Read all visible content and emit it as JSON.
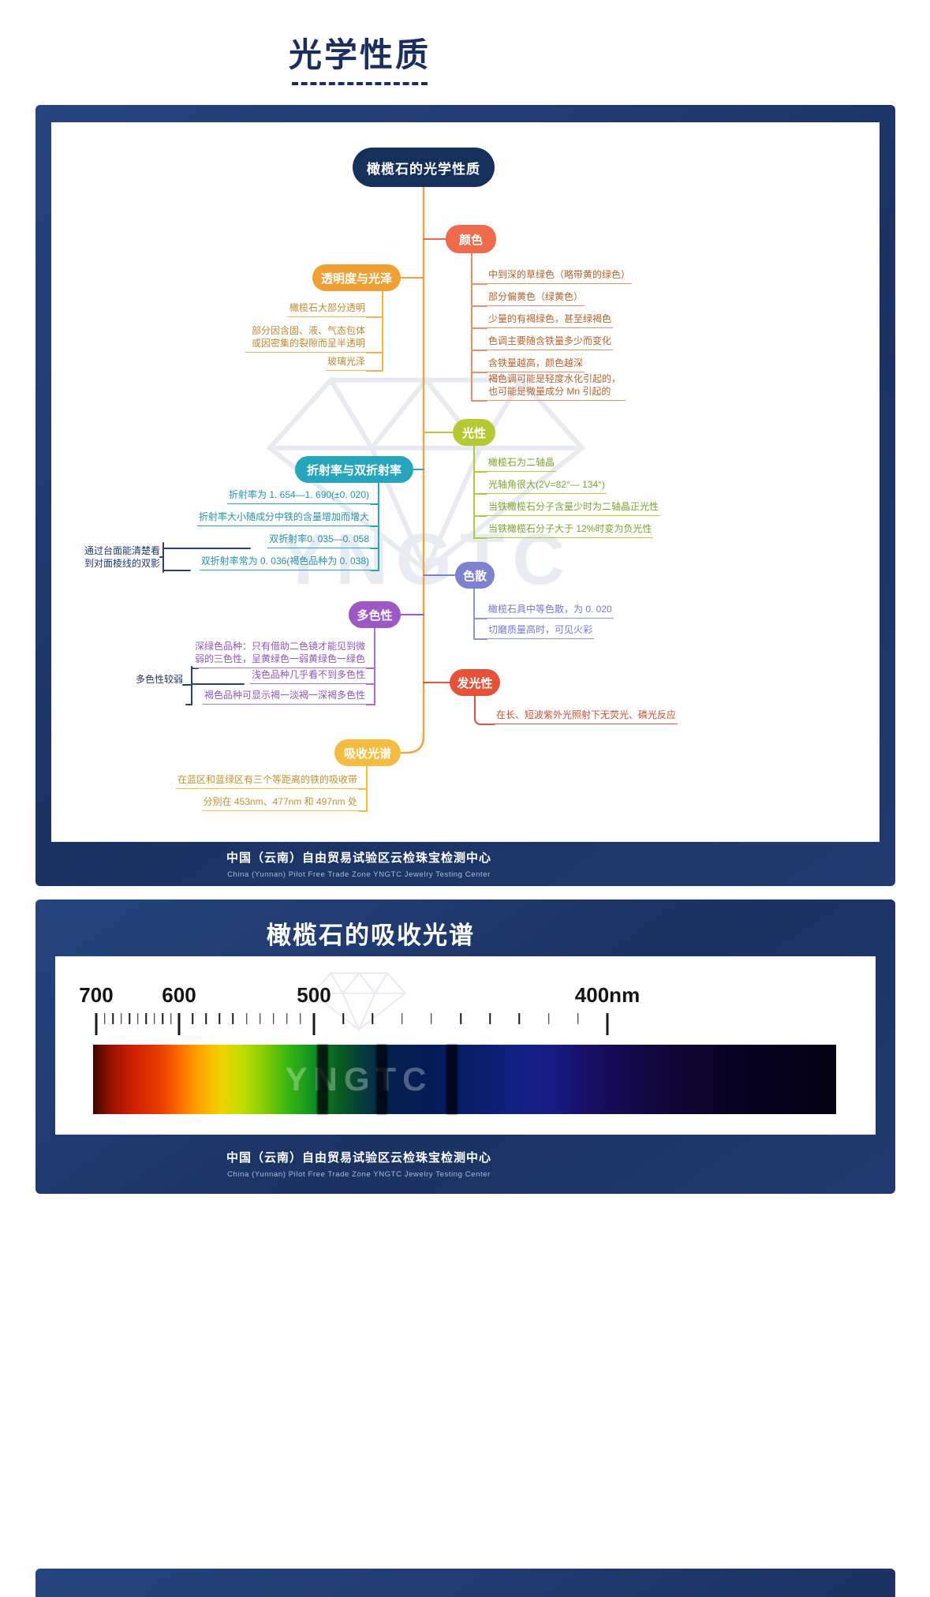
{
  "page": {
    "title": "光学性质"
  },
  "mindmap": {
    "root": "橄榄石的光学性质",
    "branches": {
      "color": {
        "label": "颜色",
        "items": [
          "中到深的草绿色（略带黄的绿色）",
          "部分偏黄色（绿黄色）",
          "少量的有褐绿色，甚至绿褐色",
          "色调主要随含铁量多少而变化",
          "含铁量越高，颜色越深",
          "褐色调可能是轻度水化引起的，也可能是微量成分 Mn 引起的"
        ]
      },
      "transparency": {
        "label": "透明度与光泽",
        "items": [
          "橄榄石大部分透明",
          "部分因含固、液、气态包体或因密集的裂隙而呈半透明",
          "玻璃光泽"
        ]
      },
      "optic_character": {
        "label": "光性",
        "items": [
          "橄榄石为二轴晶",
          "光轴角很大(2V=82°— 134°)",
          "当铁橄榄石分子含量少时为二轴晶正光性",
          "当铁橄榄石分子大于 12%时变为负光性"
        ]
      },
      "refractive_index": {
        "label": "折射率与双折射率",
        "items": [
          "折射率为 1. 654—1. 690(±0. 020)",
          "折射率大小随成分中铁的含量增加而增大",
          "双折射率0. 035—0. 058",
          "双折射率常为 0. 036(褐色品种为 0. 038)"
        ]
      },
      "dispersion": {
        "label": "色散",
        "items": [
          "橄榄石具中等色散，为 0. 020",
          "切磨质量高时，可见火彩"
        ]
      },
      "pleochroism": {
        "label": "多色性",
        "items": [
          "深绿色品种：只有借助二色镜才能见到微弱的三色性，呈黄绿色一弱黄绿色一绿色",
          "浅色品种几乎看不到多色性",
          "褐色品种可显示褐一淡褐一深褐多色性"
        ]
      },
      "luminescence": {
        "label": "发光性",
        "items": [
          "在长、短波紫外光照射下无荧光、磷光反应"
        ]
      },
      "absorption_spectrum": {
        "label": "吸收光谱",
        "items": [
          "在蓝区和蓝绿区有三个等距离的铁的吸收带",
          "分别在 453nm、477nm 和 497nm 处"
        ]
      }
    },
    "annotations": {
      "doubling": "通过台面能清楚看到对面棱线的双影",
      "weak_pleochroism": "多色性较弱"
    }
  },
  "footer": {
    "cn": "中国（云南）自由贸易试验区云检珠宝检测中心",
    "en": "China (Yunnan) Pilot Free Trade Zone  YNGTC Jewelry Testing Center"
  },
  "watermark": "YNGTC",
  "spectrum_chart": {
    "title": "橄榄石的吸收光谱",
    "scale_labels": [
      "700",
      "600",
      "500",
      "400nm"
    ],
    "scale_unit": "nm",
    "absorption_bands_nm": [
      497,
      477,
      453
    ]
  }
}
